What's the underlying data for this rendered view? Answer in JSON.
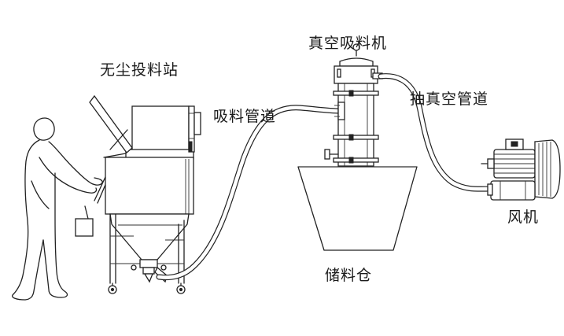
{
  "labels": {
    "dust_free_station": "无尘投料站",
    "suction_pipe": "吸料管道",
    "vacuum_loader": "真空吸料机",
    "vacuum_pipe": "抽真空管道",
    "blower": "风机",
    "storage_bin": "储料仓"
  }
}
